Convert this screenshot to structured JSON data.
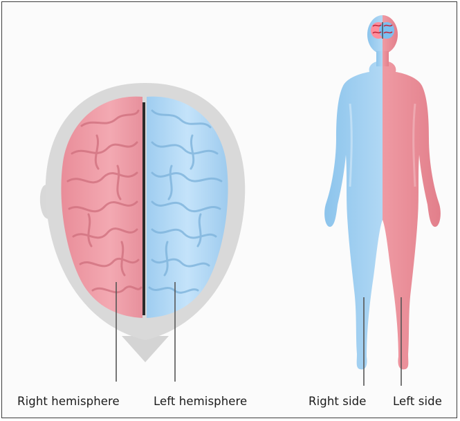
{
  "labels": {
    "right_hemisphere": "Right hemisphere",
    "left_hemisphere": "Left hemisphere",
    "right_side": "Right side",
    "left_side": "Left side"
  },
  "colors": {
    "right_color": "#f0a0a8",
    "left_color": "#a9d4f2",
    "head_outline": "#d6d6d6",
    "line": "#555555"
  }
}
